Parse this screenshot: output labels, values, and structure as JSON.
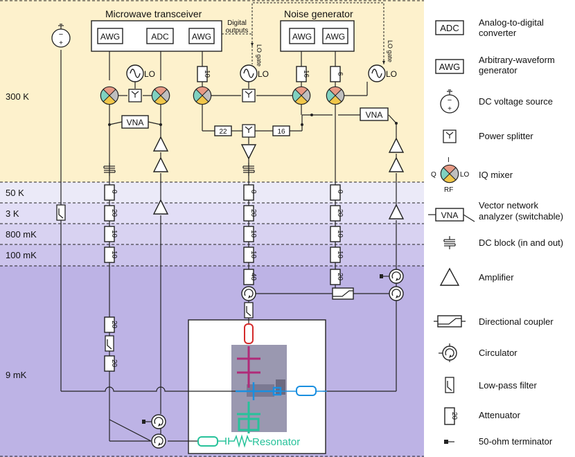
{
  "colors": {
    "band_300K": "#fdf1cc",
    "band_50K": "#ebeaf8",
    "band_3K": "#e2def6",
    "band_800mK": "#d8d2f1",
    "band_100mK": "#ccc4ec",
    "band_9mK": "#bdb3e5",
    "resonator": "#27c29a",
    "red_component": "#d42a2a",
    "blue_component": "#1a8fe0",
    "magenta_component": "#b02a79",
    "iq_I": "#e79a85",
    "iq_Q": "#7fd1c0",
    "iq_LO": "#bfbfbf",
    "iq_RF": "#f0c64a"
  },
  "stages": {
    "t300K": "300 K",
    "t50K": "50 K",
    "t3K": "3 K",
    "t800mK": "800 mK",
    "t100mK": "100 mK",
    "t9mK": "9 mK"
  },
  "diagram": {
    "transceiver_title": "Microwave transceiver",
    "noise_title": "Noise generator",
    "awg": "AWG",
    "adc": "ADC",
    "lo": "LO",
    "vna": "VNA",
    "digital_outputs_1": "Digital",
    "digital_outputs_2": "outputs",
    "lo_gate": "LO gate",
    "resonator": "Resonator",
    "attenuators": {
      "a10": "10",
      "a16": "16",
      "a6": "6",
      "a22": "22",
      "a16b": "16",
      "a0": "0",
      "a20": "20",
      "a40": "40"
    }
  },
  "legend": {
    "adc_symbol": "ADC",
    "adc_label_1": "Analog-to-digital",
    "adc_label_2": "converter",
    "awg_symbol": "AWG",
    "awg_label_1": "Arbitrary-waveform",
    "awg_label_2": "generator",
    "dc_source": "DC voltage source",
    "splitter": "Power splitter",
    "iq_mixer": "IQ mixer",
    "iq_I": "I",
    "iq_Q": "Q",
    "iq_LO": "LO",
    "iq_RF": "RF",
    "vna_symbol": "VNA",
    "vna_label_1": "Vector network",
    "vna_label_2": "analyzer (switchable)",
    "dc_block": "DC block (in and out)",
    "amplifier": "Amplifier",
    "coupler": "Directional coupler",
    "circulator": "Circulator",
    "lowpass": "Low-pass filter",
    "attenuator": "Attenuator",
    "attenuator_symbol": "20",
    "terminator": "50-ohm terminator"
  }
}
